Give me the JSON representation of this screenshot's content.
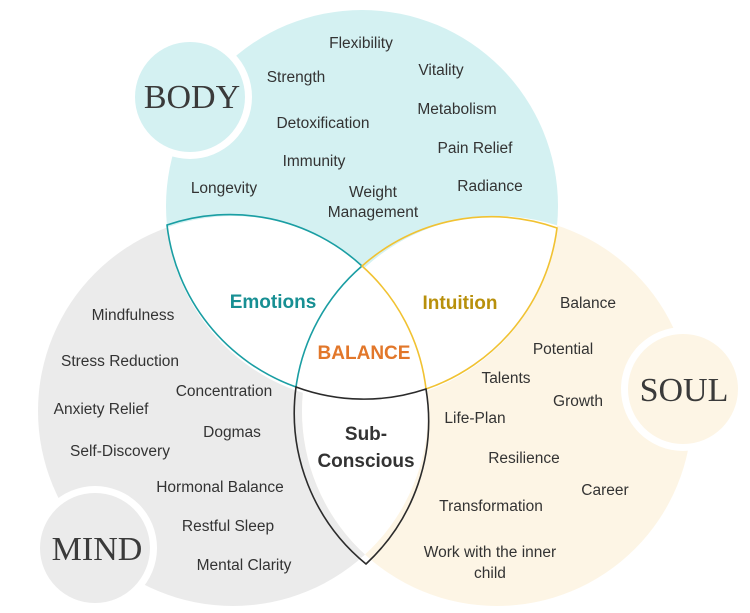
{
  "colors": {
    "body_fill": "#d4f1f2",
    "mind_fill": "#ebebeb",
    "soul_fill": "#fdf5e5",
    "emotions_stroke": "#1a9ea3",
    "intuition_stroke": "#f1c232",
    "subconscious_stroke": "#2b2b2b",
    "emotions_text": "#178f93",
    "intuition_text": "#b8900c",
    "balance_text": "#e2772a",
    "subconscious_text": "#333333"
  },
  "circles": {
    "body": {
      "title": "BODY",
      "items": [
        "Flexibility",
        "Strength",
        "Vitality",
        "Metabolism",
        "Detoxification",
        "Pain Relief",
        "Immunity",
        "Radiance",
        "Longevity",
        "Weight",
        "Management"
      ]
    },
    "mind": {
      "title": "MIND",
      "items": [
        "Mindfulness",
        "Stress Reduction",
        "Concentration",
        "Anxiety Relief",
        "Dogmas",
        "Self-Discovery",
        "Hormonal Balance",
        "Restful Sleep",
        "Mental Clarity"
      ]
    },
    "soul": {
      "title": "SOUL",
      "items": [
        "Balance",
        "Potential",
        "Talents",
        "Growth",
        "Life-Plan",
        "Resilience",
        "Career",
        "Transformation",
        "Work with the inner",
        "child"
      ]
    }
  },
  "overlaps": {
    "body_mind": "Emotions",
    "body_soul": "Intuition",
    "center": "BALANCE",
    "mind_soul_line1": "Sub-",
    "mind_soul_line2": "Conscious"
  }
}
